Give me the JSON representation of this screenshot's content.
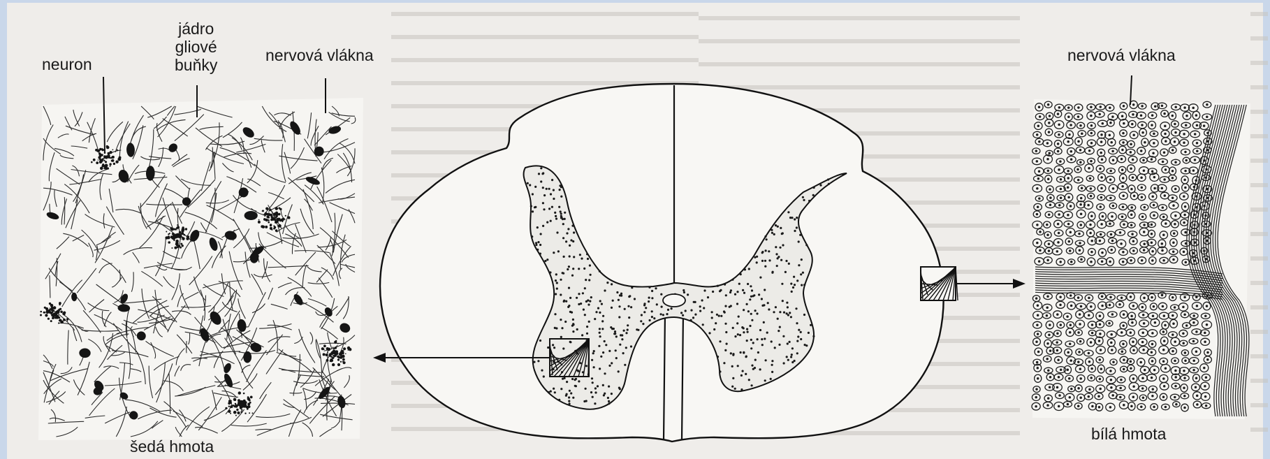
{
  "labels": {
    "neuron": "neuron",
    "glia_line1": "jádro",
    "glia_line2": "gliové",
    "glia_line3": "buňky",
    "fibers_left": "nervová vlákna",
    "fibers_right": "nervová vlákna",
    "grey_matter": "šedá hmota",
    "white_matter": "bílá hmota"
  },
  "colors": {
    "frame": "#c9d7ea",
    "paper": "#efedea",
    "ink": "#1a1a1a"
  }
}
